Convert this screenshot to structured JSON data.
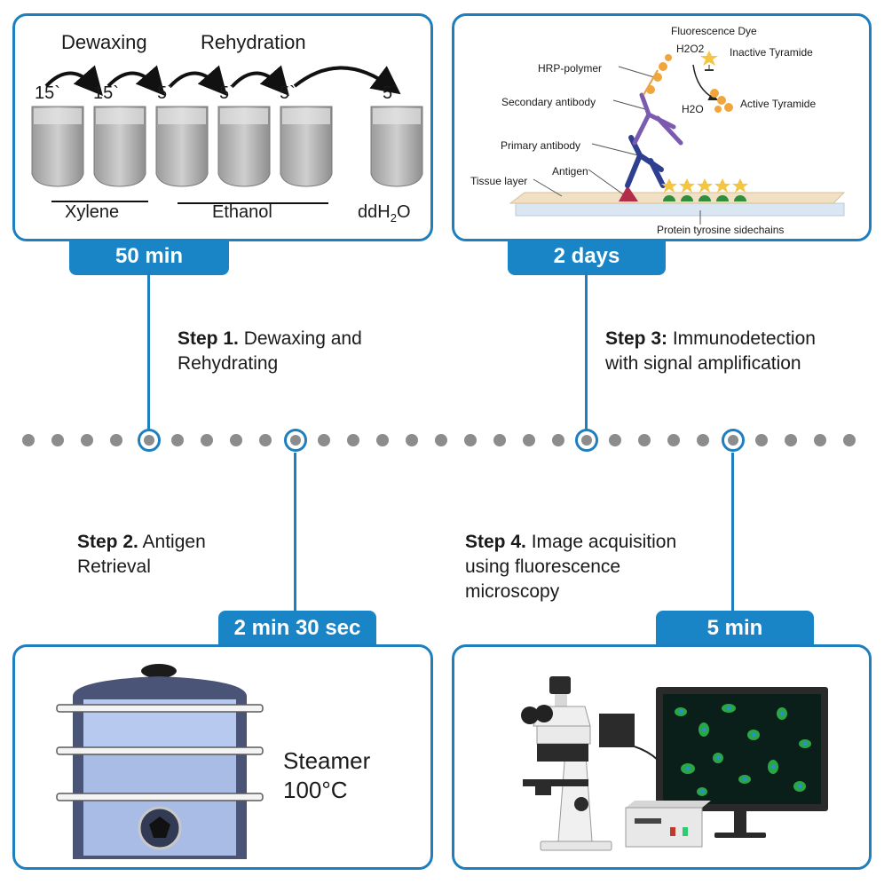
{
  "panel1": {
    "dewaxing": "Dewaxing",
    "rehydration": "Rehydration",
    "times": [
      "15`",
      "15`",
      "5`",
      "5`",
      "5`",
      "5`"
    ],
    "xylene": "Xylene",
    "ethanol": "Ethanol",
    "ddh2o_prefix": "ddH",
    "ddh2o_sub": "2",
    "ddh2o_suffix": "O",
    "tab": "50 min"
  },
  "panel2": {
    "fluorescence_dye": "Fluorescence Dye",
    "h2o2": "H2O2",
    "inactive_tyramide": "Inactive Tyramide",
    "hrp_polymer": "HRP-polymer",
    "secondary_antibody": "Secondary antibody",
    "h2o": "H2O",
    "active_tyramide": "Active Tyramide",
    "primary_antibody": "Primary antibody",
    "antigen": "Antigen",
    "tissue_layer": "Tissue layer",
    "protein_tyrosine": "Protein tyrosine sidechains",
    "tab": "2 days"
  },
  "steps": {
    "step1_bold": "Step 1.",
    "step1_line1": " Dewaxing and",
    "step1_line2": "Rehydrating",
    "step2_bold": "Step 2.",
    "step2_line1": " Antigen",
    "step2_line2": "Retrieval",
    "step3_bold": "Step 3:",
    "step3_line1": " Immunodetection",
    "step3_line2": "with signal amplification",
    "step4_bold": "Step 4.",
    "step4_line1": " Image acquisition",
    "step4_line2": "using fluorescence",
    "step4_line3": "microscopy"
  },
  "panel3": {
    "tab": "2 min 30 sec",
    "label_line1": "Steamer",
    "label_line2": "100°C"
  },
  "panel4": {
    "tab": "5 min"
  },
  "colors": {
    "accent": "#1a85c6",
    "border": "#1f7fbe",
    "dot": "#8c8c8c"
  }
}
